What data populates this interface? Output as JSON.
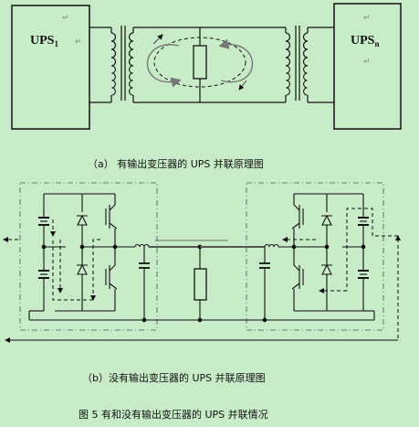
{
  "diagram_a": {
    "ups_left": {
      "main": "UPS",
      "sub": "1"
    },
    "ups_right": {
      "main": "UPS",
      "sub": "n"
    }
  },
  "captions": {
    "a": "（a） 有输出变压器的 UPS 并联原理图",
    "b": "（b）没有输出变压器的 UPS 并联原理图",
    "figure": "图 5 有和没有输出变压器的 UPS 并联情况"
  },
  "return_mark": "↵",
  "colors": {
    "background": "#c8ecc8",
    "line": "#111111",
    "arrow_gray": "#7a7a7a",
    "box_dash": "#5a7f7a"
  }
}
